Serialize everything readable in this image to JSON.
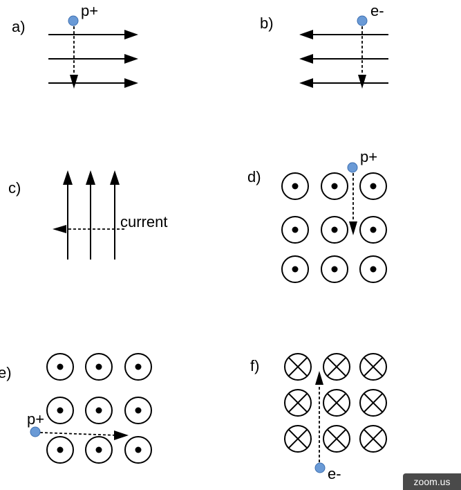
{
  "panels": {
    "a": {
      "label": "a)",
      "particle": "p+"
    },
    "b": {
      "label": "b)",
      "particle": "e-"
    },
    "c": {
      "label": "c)",
      "annotation": "current"
    },
    "d": {
      "label": "d)",
      "particle": "p+"
    },
    "e": {
      "label": "e)",
      "particle": "p+"
    },
    "f": {
      "label": "f)",
      "particle": "e-"
    }
  },
  "overlay": {
    "badge": "zoom.us"
  },
  "colors": {
    "particle": "#6a9ad6",
    "particle_stroke": "#3d6fb0",
    "ink": "#000000"
  },
  "symbols": {
    "field_out_of_page": "dot-in-circle-icon",
    "field_into_page": "cross-in-circle-icon"
  }
}
